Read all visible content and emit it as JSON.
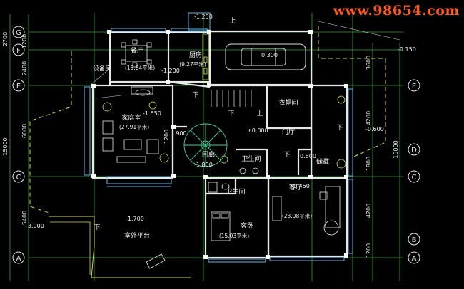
{
  "watermark": "www.98654.com",
  "grid_left": [
    "G",
    "F",
    "E",
    "C",
    "A"
  ],
  "grid_right": [
    "E",
    "D",
    "C",
    "B",
    "A"
  ],
  "dims_left_inner": [
    "2700",
    "1200",
    "2400",
    "6000",
    "5400"
  ],
  "dim_left_total": "15000",
  "dims_right_inner": [
    "3600",
    "4200",
    "1800",
    "4200",
    "1200"
  ],
  "dim_right_total": "15000",
  "rooms": {
    "dining": {
      "name": "餐厅",
      "area": "(15.64平米)"
    },
    "kitchen": {
      "name": "厨房",
      "area": "(9.27平米)"
    },
    "equipment": {
      "name": "设备房"
    },
    "family": {
      "name": "家庭室",
      "area": "(27.91平米)"
    },
    "cloak": {
      "name": "衣帽间"
    },
    "foyer": {
      "name": "门厅"
    },
    "corridor": {
      "name": "回廊"
    },
    "bath_upper": {
      "name": "卫生间"
    },
    "bath_lower": {
      "name": "卫生间"
    },
    "storage": {
      "name": "储藏"
    },
    "living": {
      "name": "客厅",
      "area": "(23.08平米)"
    },
    "guest_bedroom": {
      "name": "客卧",
      "area": "(15.03平米)"
    },
    "terrace": {
      "name": "室外平台"
    }
  },
  "elevations": {
    "top": "-1.250",
    "garage": "0.300",
    "right_top": "-0.150",
    "dining_side": "-1.200",
    "family": "-1.650",
    "center": "±0.000",
    "right_mid": "-0.600",
    "corridor": "-1.800",
    "step": "0.600",
    "living": "-0.450",
    "terrace": "-1.700",
    "left_low": "-3.000"
  },
  "marks": {
    "down": "下",
    "up": "上",
    "dim_900": "900",
    "dim_1200": "1200"
  }
}
